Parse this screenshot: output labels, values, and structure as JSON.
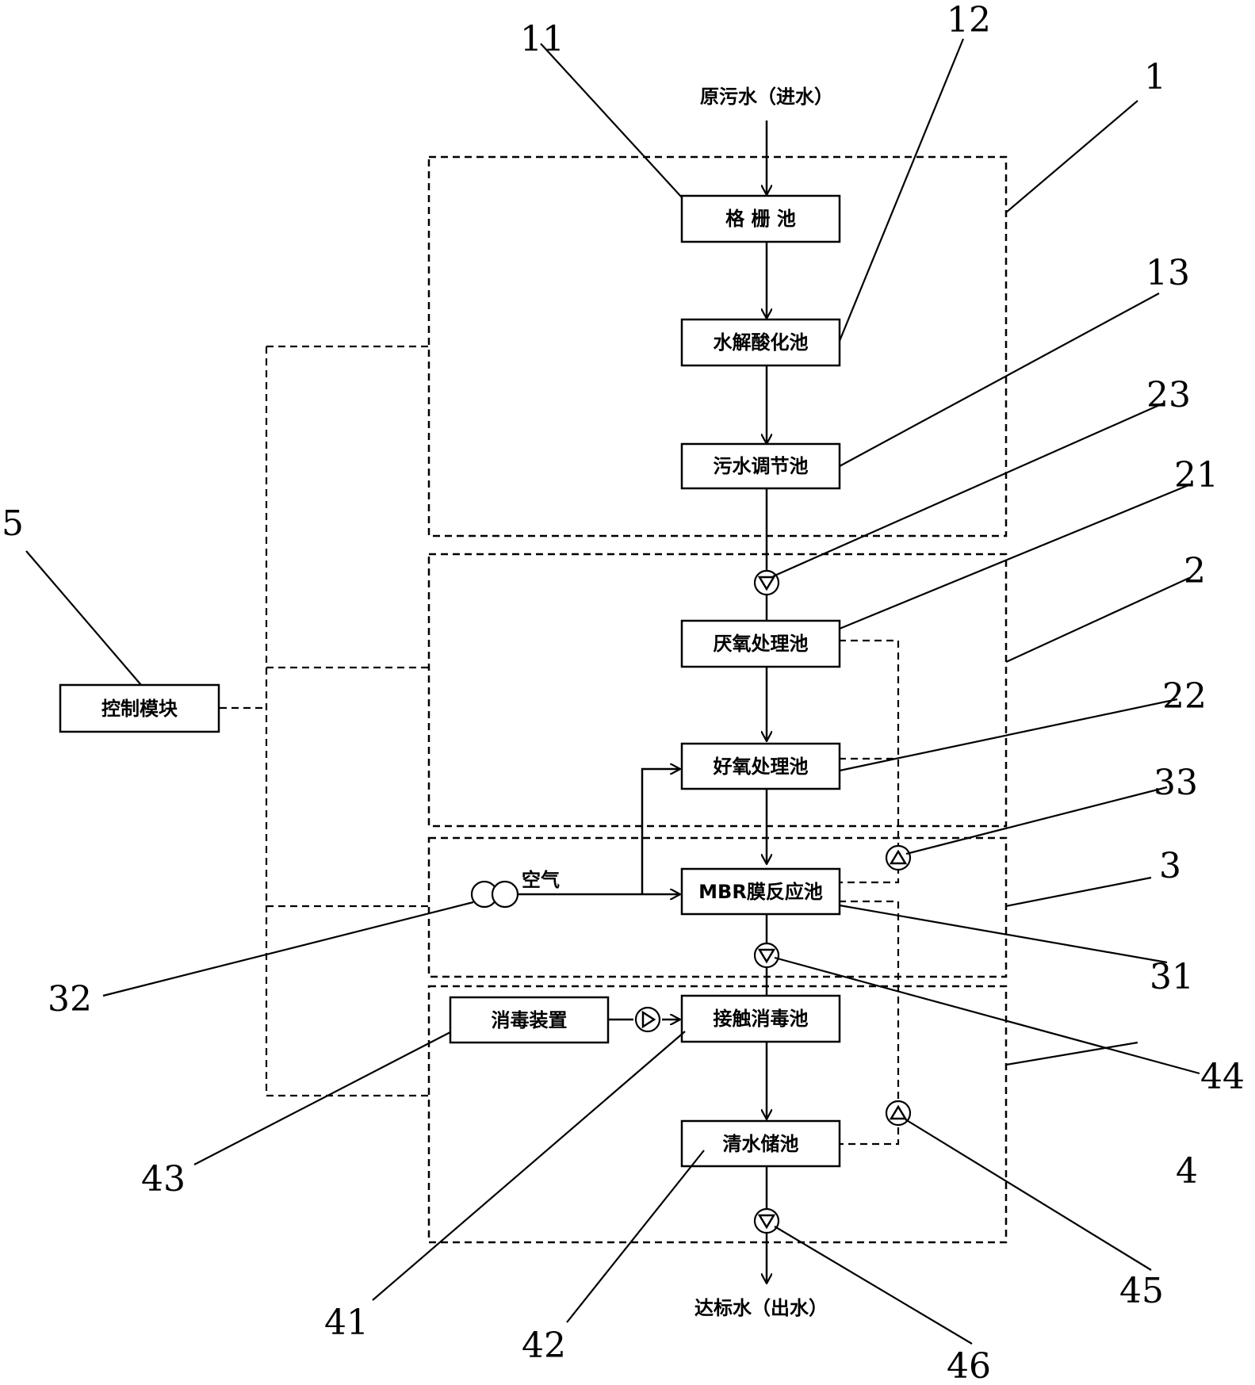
{
  "flow_labels": {
    "inflow": "原污水（进水）",
    "outflow": "达标水（出水）",
    "air": "空气"
  },
  "units": {
    "grating": "格 栅 池",
    "hydrolysis": "水解酸化池",
    "regulating": "污水调节池",
    "anaerobic": "厌氧处理池",
    "aerobic": "好氧处理池",
    "mbr": "MBR膜反应池",
    "contact": "接触消毒池",
    "clear": "清水储池",
    "disinfect": "消毒装置",
    "control": "控制模块"
  },
  "refs": {
    "r1": "1",
    "r2": "2",
    "r3": "3",
    "r4": "4",
    "r5": "5",
    "r11": "11",
    "r12": "12",
    "r13": "13",
    "r21": "21",
    "r22": "22",
    "r23": "23",
    "r31": "31",
    "r32": "32",
    "r33": "33",
    "r41": "41",
    "r42": "42",
    "r43": "43",
    "r44": "44",
    "r45": "45",
    "r46": "46"
  }
}
